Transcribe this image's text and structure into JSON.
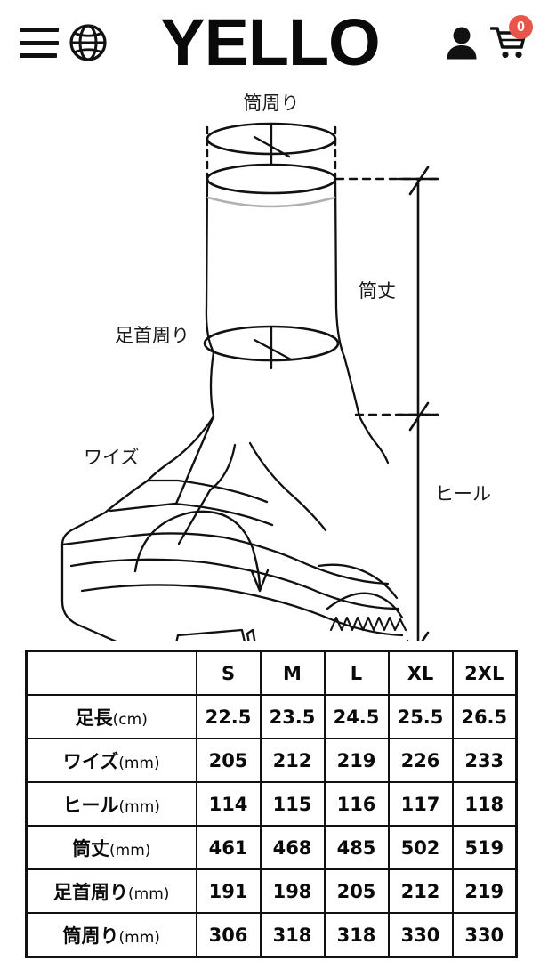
{
  "header": {
    "menu_icon": "hamburger-menu-icon",
    "language_icon": "globe-icon",
    "brand": "YELLO",
    "account_icon": "account-person-icon",
    "cart_icon": "shopping-cart-icon",
    "cart_count": "0",
    "badge_color": "#e8564a"
  },
  "diagram": {
    "alt": "boot-measurement-diagram",
    "labels": {
      "shaft_circumference": "筒周り",
      "shaft_height": "筒丈",
      "ankle_circumference": "足首周り",
      "width": "ワイズ",
      "heel": "ヒール"
    }
  },
  "size_table": {
    "sizes": [
      "S",
      "M",
      "L",
      "XL",
      "2XL"
    ],
    "rows": [
      {
        "label": "足長",
        "unit": "(cm)",
        "values": [
          "22.5",
          "23.5",
          "24.5",
          "25.5",
          "26.5"
        ]
      },
      {
        "label": "ワイズ",
        "unit": "(mm)",
        "values": [
          "205",
          "212",
          "219",
          "226",
          "233"
        ]
      },
      {
        "label": "ヒール",
        "unit": "(mm)",
        "values": [
          "114",
          "115",
          "116",
          "117",
          "118"
        ]
      },
      {
        "label": "筒丈",
        "unit": "(mm)",
        "values": [
          "461",
          "468",
          "485",
          "502",
          "519"
        ]
      },
      {
        "label": "足首周り",
        "unit": "(mm)",
        "values": [
          "191",
          "198",
          "205",
          "212",
          "219"
        ]
      },
      {
        "label": "筒周り",
        "unit": "(mm)",
        "values": [
          "306",
          "318",
          "318",
          "330",
          "330"
        ]
      }
    ]
  }
}
